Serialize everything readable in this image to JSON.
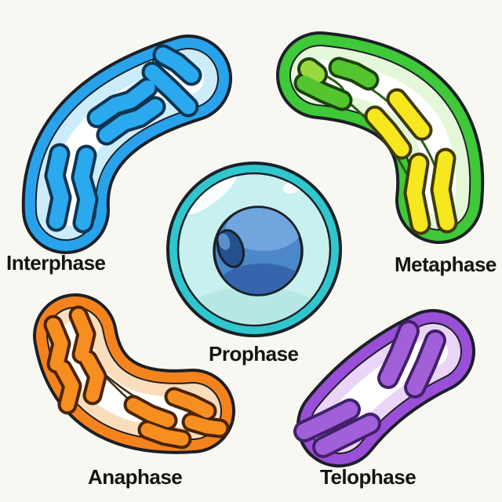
{
  "labels": {
    "interphase": "Interphase",
    "metaphase": "Metaphase",
    "prophase": "Prophase",
    "anaphase": "Anaphase",
    "telophase": "Telophase"
  },
  "colors": {
    "background": "#f8f7f2",
    "label_text": "#141414",
    "cell_outline": "#1b2026",
    "cell_core": "#ffffff",
    "interphase_membrane": "#29a2ec",
    "interphase_inner": "#cdecfa",
    "interphase_chromosome": "#2ba9ef",
    "interphase_chromosome_outline": "#0e3450",
    "metaphase_membrane": "#3fc838",
    "metaphase_inner": "#e4f8d9",
    "metaphase_chromosome_green": "#55c52f",
    "metaphase_chromosome_green_light": "#9bd83f",
    "metaphase_chromosome_yellow": "#f6e71e",
    "metaphase_chromosome_outline": "#1c430e",
    "metaphase_yellow_outline": "#3f3a06",
    "metaphase_spindle": "#2d5c17",
    "prophase_membrane": "#2fc7cd",
    "prophase_cytoplasm": "#c7f0ee",
    "prophase_cytoplasm_shade": "#a5e2de",
    "prophase_highlight": "#ffffff",
    "prophase_nucleus": "#4b87c9",
    "prophase_nucleus_light": "#74a9e0",
    "prophase_nucleus_shade": "#3566ad",
    "prophase_nucleolus": "#24518d",
    "prophase_nucleolus_light": "#5c8fd0",
    "anaphase_membrane": "#f5831d",
    "anaphase_inner": "#faddbb",
    "anaphase_chromosome": "#f78e20",
    "anaphase_chromosome_outline": "#4a2305",
    "anaphase_spindle": "#3b2a12",
    "telophase_membrane": "#9a4fd8",
    "telophase_inner": "#ead5f7",
    "telophase_chromosome": "#a160d8",
    "telophase_chromosome_outline": "#42206b"
  }
}
